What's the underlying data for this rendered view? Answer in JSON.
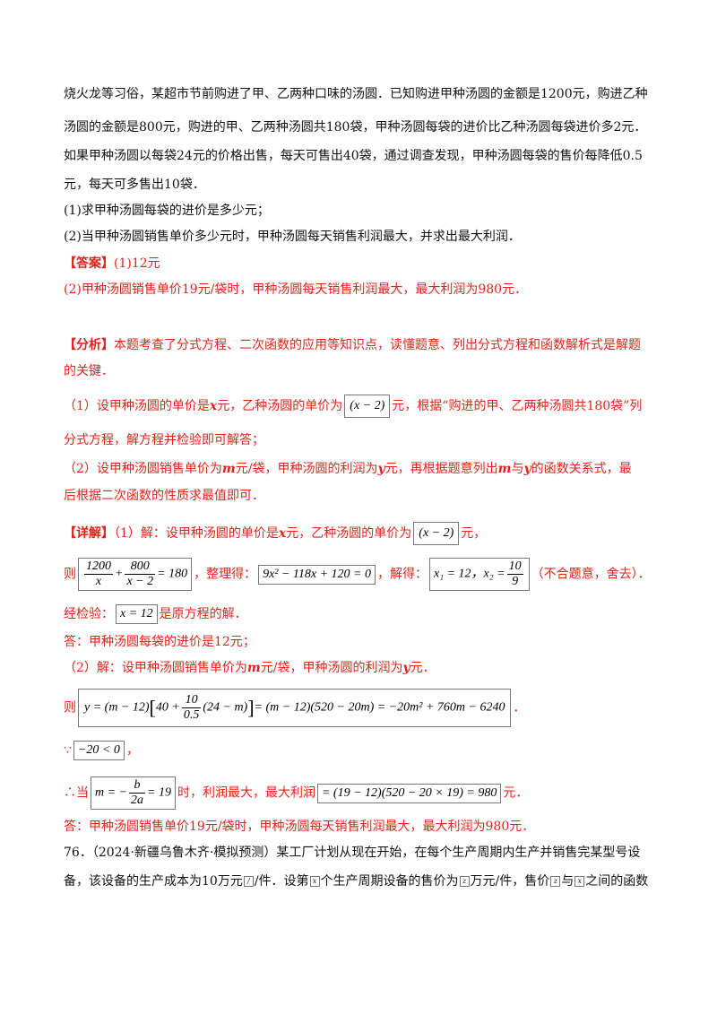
{
  "problem": {
    "l1": "烧火龙等习俗，某超市节前购进了甲、乙两种口味的汤圆．已知购进甲种汤圆的金额是1200元，购进乙种",
    "l2": "汤圆的金额是800元，购进的甲、乙两种汤圆共180袋，甲种汤圆每袋的进价比乙种汤圆每袋进价多2元．",
    "l3": "如果甲种汤圆以每袋24元的价格出售，每天可售出40袋，通过调查发现，甲种汤圆每袋的售价每降低0.5",
    "l4": "元，每天可多售出10袋．",
    "q1": "(1)求甲种汤圆每袋的进价是多少元；",
    "q2": "(2)当甲种汤圆销售单价多少元时，甲种汤圆每天销售利润最大，并求出最大利润．"
  },
  "answer": {
    "tag": "【答案】",
    "a1": "(1)12元",
    "a2": "(2)甲种汤圆销售单价19元/袋时，甲种汤圆每天销售利润最大，最大利润为980元．"
  },
  "analysis": {
    "tag": "【分析】",
    "l1": "本题考查了分式方程、二次函数的应用等知识点，读懂题意、列出分式方程和函数解析式是解题",
    "l2": "的关键．",
    "l3a": "（1）设甲种汤圆的单价是",
    "l3b": "x",
    "l3c": "元，乙种汤圆的单价为",
    "l3d": "元，根据“购进的甲、乙两种汤圆共180袋”列",
    "l4": "分式方程，解方程并检验即可解答；",
    "l5a": "（2）设甲种汤圆销售单价为",
    "l5b": "m",
    "l5c": "元/袋，甲种汤圆的利润为",
    "l5d": "y",
    "l5e": "元，再根据题意列出",
    "l5f": "m",
    "l5g": "与",
    "l5h": "y",
    "l5i": "的函数关系式，最",
    "l6": "后根据二次函数的性质求最值即可．"
  },
  "detail": {
    "tag": "【详解】",
    "l1a": "（1）解：设甲种汤圆的单价是",
    "l1b": "x",
    "l1c": "元，乙种汤圆的单价为",
    "l1d": "元，",
    "l2a": "则",
    "l2b": "，整理得：",
    "l2c": "，解得：",
    "l2d": "（不合题意，舍去）．",
    "l3a": "经检验：",
    "l3b": "是原方程的解．",
    "l4": "答：甲种汤圆每袋的进价是12元；",
    "l5a": "（2）解：设甲种汤圆销售单价为",
    "l5b": "m",
    "l5c": "元/袋，甲种汤圆的利润为",
    "l5d": "y",
    "l5e": "元．",
    "l6a": "则",
    "l6b": "．",
    "l7a": "∵",
    "l7b": "，",
    "l8a": "∴当",
    "l8b": "时，利润最大，最大利润",
    "l8c": "元．",
    "l9": "答：甲种汤圆销售单价19元/袋时，甲种汤圆每天销售利润最大，最大利润为980元．"
  },
  "math": {
    "xm2": "(x − 2)",
    "eq1_n1": "1200",
    "eq1_d1": "x",
    "eq1_plus": "+",
    "eq1_n2": "800",
    "eq1_d2": "x − 2",
    "eq1_rhs": "= 180",
    "eq2": "9x² − 118x + 120 = 0",
    "sol_a": "x₁ = 12，",
    "sol_b": "x₂ =",
    "sol_n": "10",
    "sol_d": "9",
    "x12": "x = 12",
    "y_lhs": "y = (m − 12)",
    "y_mid1": "40 +",
    "y_fn": "10",
    "y_fd": "0.5",
    "y_mid2": "(24 − m)",
    "y_rhs": "= (m − 12)(520 − 20m) = −20m² + 760m − 6240",
    "neg20": "−20 < 0",
    "m_lhs": "m = −",
    "m_n": "b",
    "m_d": "2a",
    "m_rhs": "= 19",
    "profit": "= (19 − 12)(520 − 20 × 19) = 980"
  },
  "next": {
    "l1": "76．（2024·新疆乌鲁木齐·模拟预测）某工厂计划从现在开始，在每个生产周期内生产并销售完某型号设",
    "l2a": "备，该设备的生产成本为10万元",
    "l2b": "/件．设第",
    "l2c": "x",
    "l2d": "个生产周期设备的售价为",
    "l2e": "z",
    "l2f": "万元/件，售价",
    "l2g": "z",
    "l2h": "与",
    "l2i": "x",
    "l2j": "之间的函数"
  }
}
